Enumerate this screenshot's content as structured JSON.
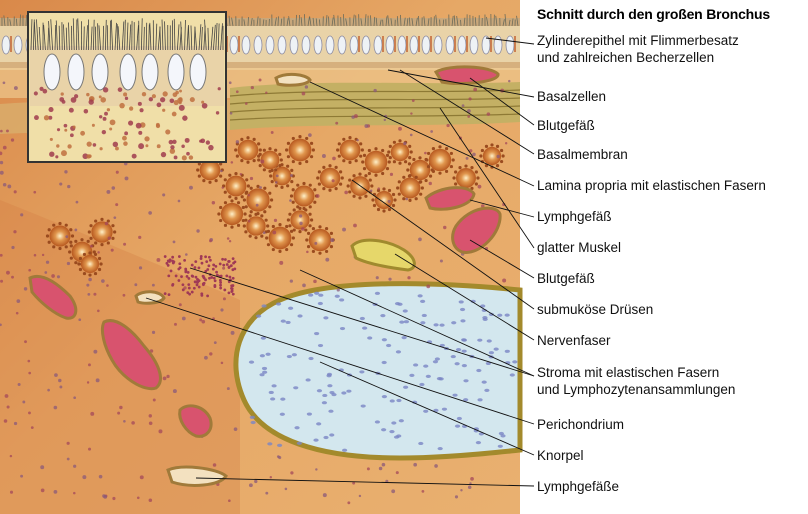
{
  "diagram": {
    "title": "Schnitt durch den großen Bronchus",
    "labels": [
      {
        "id": "zylinderepithel",
        "line1": "Zylinderepithel mit Flimmerbesatz",
        "line2": "und zahlreichen Becherzellen"
      },
      {
        "id": "basalzellen",
        "line1": "Basalzellen"
      },
      {
        "id": "blutgefaess-1",
        "line1": "Blutgefäß"
      },
      {
        "id": "basalmembran",
        "line1": "Basalmembran"
      },
      {
        "id": "lamina-propria",
        "line1": "Lamina propria mit elastischen Fasern"
      },
      {
        "id": "lymphgefaess",
        "line1": "Lymphgefäß"
      },
      {
        "id": "glatter-muskel",
        "line1": "glatter Muskel"
      },
      {
        "id": "blutgefaess-2",
        "line1": "Blutgefäß"
      },
      {
        "id": "submukoese-druesen",
        "line1": "submuköse Drüsen"
      },
      {
        "id": "nervenfaser",
        "line1": "Nervenfaser"
      },
      {
        "id": "stroma",
        "line1": "Stroma mit elastischen Fasern",
        "line2": "und Lymphozytenansammlungen"
      },
      {
        "id": "perichondrium",
        "line1": "Perichondrium"
      },
      {
        "id": "knorpel",
        "line1": "Knorpel"
      },
      {
        "id": "lymphgefaesse",
        "line1": "Lymphgefäße"
      }
    ]
  },
  "colors": {
    "tissue": "#e0a15c",
    "epithelium": "#e9c98e",
    "cartilage": "#cfe3ea",
    "blood_vessel": "#d8536e",
    "gland": "#c9662f",
    "muscle": "#b8a35a",
    "leader_line": "#111111"
  }
}
